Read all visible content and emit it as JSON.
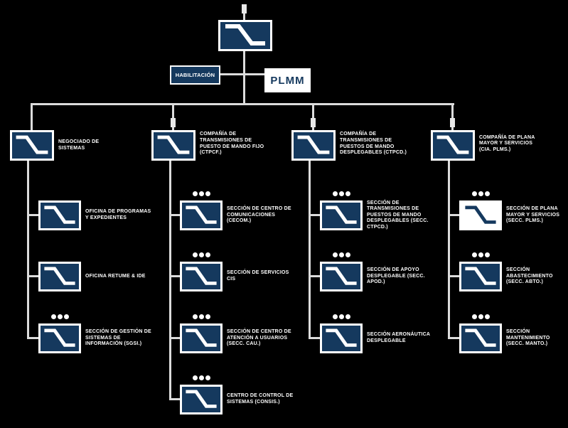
{
  "colors": {
    "background": "#000000",
    "box_fill": "#15395E",
    "box_inverse_fill": "#FFFFFF",
    "border": "#FFFFFF",
    "line": "#DCDCDC",
    "text": "#FFFFFF"
  },
  "symbols": {
    "unit_icon": "signals-flash-icon",
    "section_marker": "three-dots",
    "company_marker": "I"
  },
  "staff_row": {
    "habilitacion_label": "HABILITACIÓN",
    "plmm_label": "PLMM"
  },
  "columns": [
    {
      "label": "NEGOCIADO DE SISTEMAS",
      "children": [
        {
          "label": "OFICINA DE PROGRAMAS Y EXPEDIENTES",
          "dots": false
        },
        {
          "label": "OFICINA RETUME & IDE",
          "dots": false
        },
        {
          "label": "SECCIÓN DE GESTIÓN DE SISTEMAS DE INFORMACIÓN (SGSI.)",
          "dots": true
        }
      ]
    },
    {
      "label": "COMPAÑÍA DE TRANSMISIONES DE PUESTO DE MANDO FIJO (CTPCF.)",
      "children": [
        {
          "label": "SECCIÓN DE CENTRO DE COMUNICACIONES (CECOM.)",
          "dots": true
        },
        {
          "label": "SECCIÓN DE SERVICIOS CIS",
          "dots": true
        },
        {
          "label": "SECCIÓN DE CENTRO DE ATENCIÓN A USUARIOS (SECC. CAU.)",
          "dots": true
        },
        {
          "label": "CENTRO DE CONTROL DE SISTEMAS (CONSIS.)",
          "dots": true
        }
      ]
    },
    {
      "label": "COMPAÑÍA DE TRANSMISIONES DE PUESTOS DE MANDO DESPLEGABLES (CTPCD.)",
      "children": [
        {
          "label": "SECCIÓN DE TRANSMISIONES DE PUESTOS DE MANDO DESPLEGABLES (SECC. CTPCD.)",
          "dots": true
        },
        {
          "label": "SECCIÓN DE APOYO DESPLEGABLE (SECC. APOD.)",
          "dots": true
        },
        {
          "label": "SECCIÓN AERONÁUTICA DESPLEGABLE",
          "dots": true
        }
      ]
    },
    {
      "label": "COMPAÑÍA DE PLANA MAYOR Y SERVICIOS (CIA. PLMS.)",
      "children": [
        {
          "label": "SECCIÓN DE PLANA MAYOR Y SERVICIOS (SECC. PLMS.)",
          "dots": true,
          "inverse": true
        },
        {
          "label": "SECCIÓN ABASTECIMIENTO (SECC. ABTO.)",
          "dots": true
        },
        {
          "label": "SECCIÓN MANTENIMIENTO (SECC. MANTO.)",
          "dots": true
        }
      ]
    }
  ]
}
